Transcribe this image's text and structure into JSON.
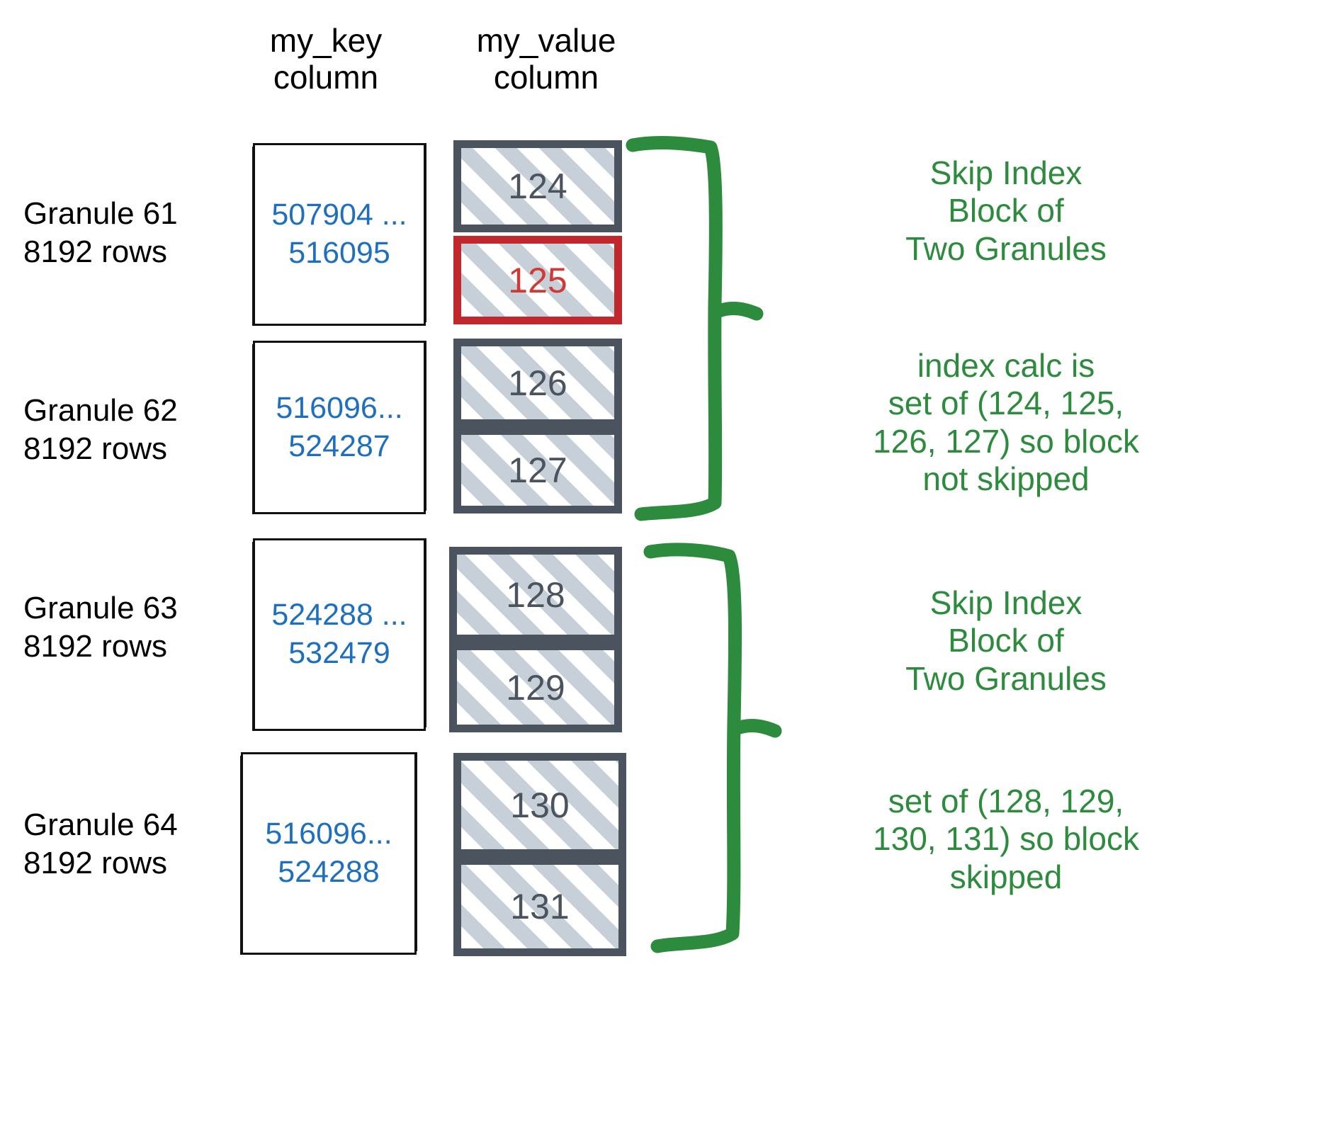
{
  "columns": [
    {
      "id": "my_key",
      "header": "my_key\ncolumn"
    },
    {
      "id": "my_value",
      "header": "my_value\ncolumn"
    }
  ],
  "granules": [
    {
      "label": "Granule 61\n8192 rows",
      "key_range": "507904 ...\n516095",
      "values": [
        {
          "text": "124",
          "highlight": false
        },
        {
          "text": "125",
          "highlight": true
        }
      ]
    },
    {
      "label": "Granule 62\n8192 rows",
      "key_range": "516096...\n524287",
      "values": [
        {
          "text": "126",
          "highlight": false
        },
        {
          "text": "127",
          "highlight": false
        }
      ]
    },
    {
      "label": "Granule 63\n8192 rows",
      "key_range": "524288 ...\n532479",
      "values": [
        {
          "text": "128",
          "highlight": false
        },
        {
          "text": "129",
          "highlight": false
        }
      ]
    },
    {
      "label": "Granule 64\n8192 rows",
      "key_range": "516096...\n524288",
      "values": [
        {
          "text": "130",
          "highlight": false
        },
        {
          "text": "131",
          "highlight": false
        }
      ]
    }
  ],
  "annotations": [
    {
      "id": "block-1-title",
      "text": "Skip Index\nBlock of\nTwo Granules"
    },
    {
      "id": "block-1-note",
      "text": "index calc is\nset of (124, 125,\n126, 127) so block\nnot skipped"
    },
    {
      "id": "block-2-title",
      "text": "Skip Index\nBlock of\nTwo Granules"
    },
    {
      "id": "block-2-note",
      "text": "set of (128, 129,\n130, 131) so block\nskipped"
    }
  ],
  "colors": {
    "key_text": "#1F6FC0",
    "value_border": "#4A535E",
    "value_text": "#4A535E",
    "highlight": "#C0282D",
    "highlight_text": "#D03A34",
    "annotation": "#2C8B3C",
    "hatch": "#C7CFD9",
    "outline": "#111111"
  }
}
